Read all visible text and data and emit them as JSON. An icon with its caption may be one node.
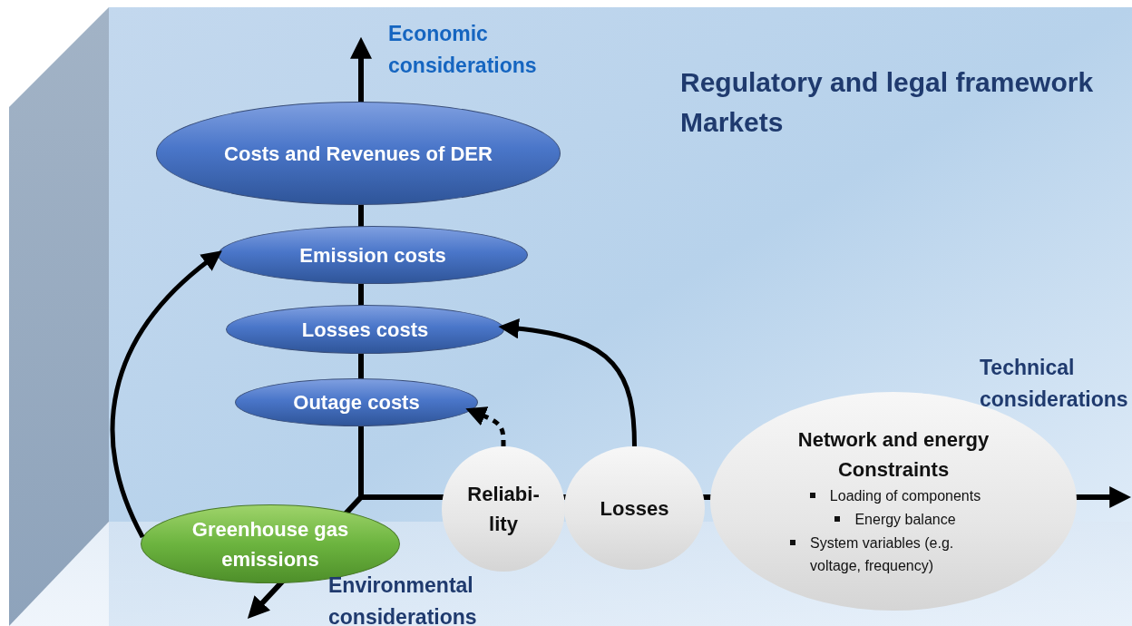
{
  "diagram": {
    "nodes": [
      {
        "text": [
          "Costs and Revenues of DER"
        ]
      },
      {
        "text": [
          "Emission costs"
        ]
      },
      {
        "text": [
          "Losses costs"
        ]
      },
      {
        "text": [
          "Outage costs"
        ]
      },
      {
        "text": [
          "Greenhouse gas emissions"
        ]
      },
      {
        "text": [
          "Reliabi- lity"
        ]
      },
      {
        "text": [
          "Losses"
        ]
      },
      {
        "text": [
          "Network and energy Constraints",
          "Loading of components",
          "Energy balance",
          "System variables (e.g. voltage, frequency)"
        ]
      }
    ],
    "edges": [
      {
        "from": 4,
        "to": 1,
        "arrow": "to"
      },
      {
        "from": 6,
        "to": 2,
        "arrow": "to"
      },
      {
        "from": 5,
        "to": 3,
        "arrow": "to",
        "style": "dashed"
      }
    ],
    "labels": [
      "Economic considerations",
      "Regulatory and legal framework",
      "Markets",
      "Technical considerations",
      "Environmental considerations"
    ]
  }
}
